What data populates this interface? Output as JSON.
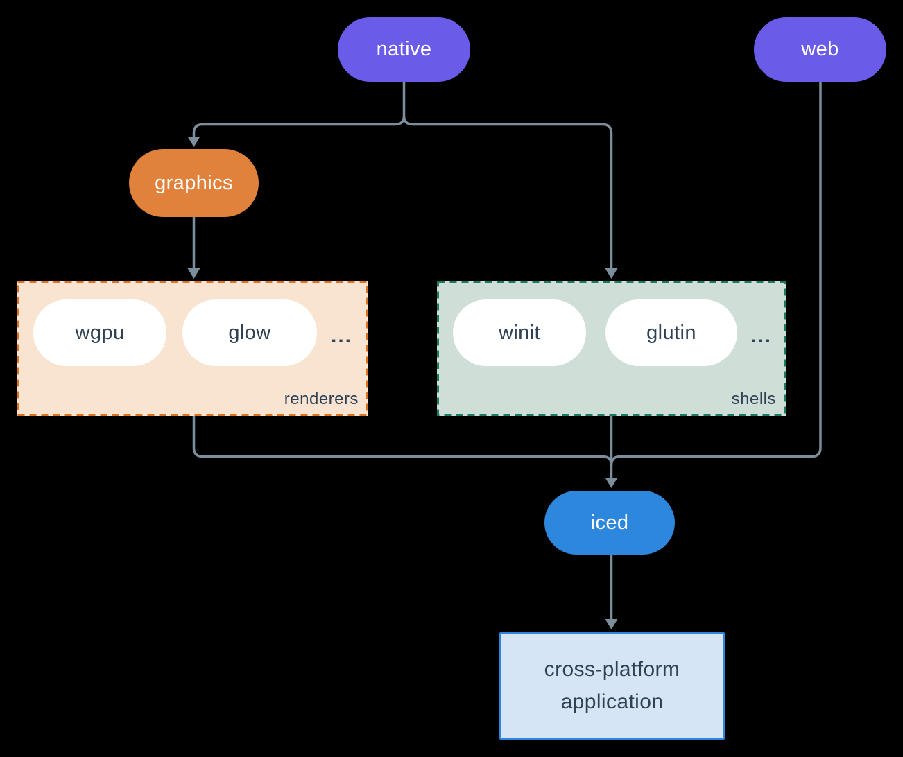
{
  "nodes": {
    "native": "native",
    "web": "web",
    "graphics": "graphics",
    "iced": "iced"
  },
  "groups": {
    "renderers": {
      "label": "renderers",
      "items": [
        "wgpu",
        "glow"
      ],
      "more": "..."
    },
    "shells": {
      "label": "shells",
      "items": [
        "winit",
        "glutin"
      ],
      "more": "..."
    }
  },
  "app": {
    "line1": "cross-platform",
    "line2": "application"
  },
  "colors": {
    "bg": "#000000",
    "purple": "#6a5ce8",
    "orange": "#e0813c",
    "blue": "#2d87dc",
    "renderers-fill": "#f9e4d1",
    "renderers-border": "#de741f",
    "shells-fill": "#cfdfd8",
    "shells-border": "#1a7a62",
    "app-fill": "#d5e5f6",
    "app-border": "#2d86dc",
    "line": "#7c8d9b",
    "text-dark": "#2f4255",
    "text-light": "#ffffff"
  }
}
